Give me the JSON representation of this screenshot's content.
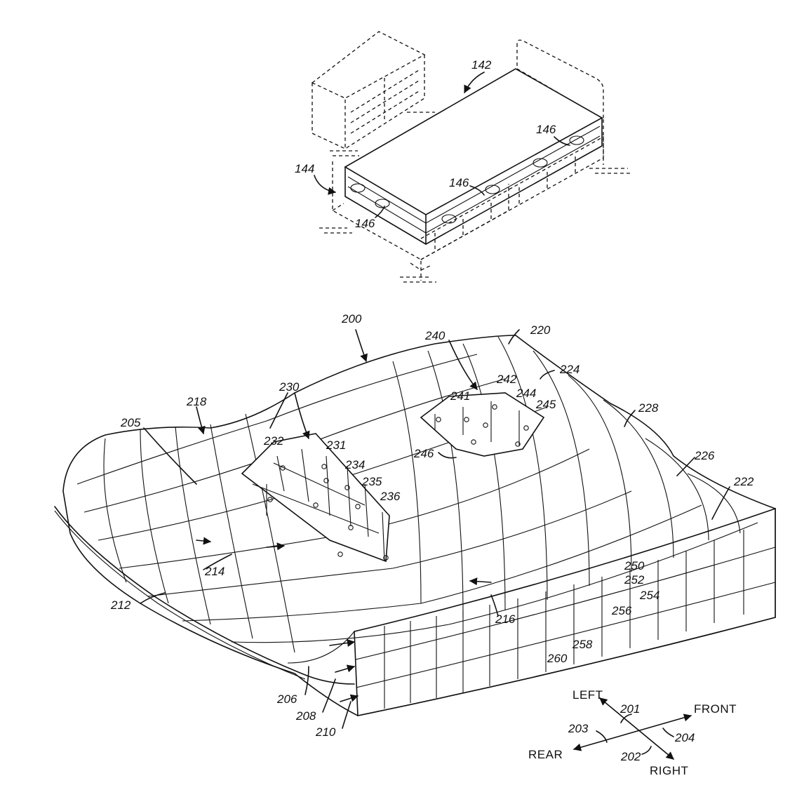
{
  "figure": {
    "upper": {
      "ref_bed": "142",
      "ref_frame": "144",
      "ref_bladders": [
        "146",
        "146",
        "146"
      ]
    },
    "lower": {
      "ref_mattress": "200",
      "surface_labels": [
        "205",
        "218",
        "220",
        "224",
        "228",
        "226",
        "222",
        "212",
        "214",
        "216"
      ],
      "cutout_a_labels": [
        "230",
        "232",
        "231",
        "234",
        "235",
        "236"
      ],
      "cutout_b_labels": [
        "240",
        "241",
        "242",
        "244",
        "245",
        "246"
      ],
      "layer_labels_left": [
        "206",
        "208",
        "210"
      ],
      "layer_labels_right": [
        "250",
        "252",
        "254",
        "256",
        "258",
        "260"
      ]
    },
    "compass": {
      "left": "LEFT",
      "right": "RIGHT",
      "front": "FRONT",
      "rear": "REAR",
      "ref_left": "201",
      "ref_right": "202",
      "ref_rear": "203",
      "ref_front": "204"
    }
  }
}
